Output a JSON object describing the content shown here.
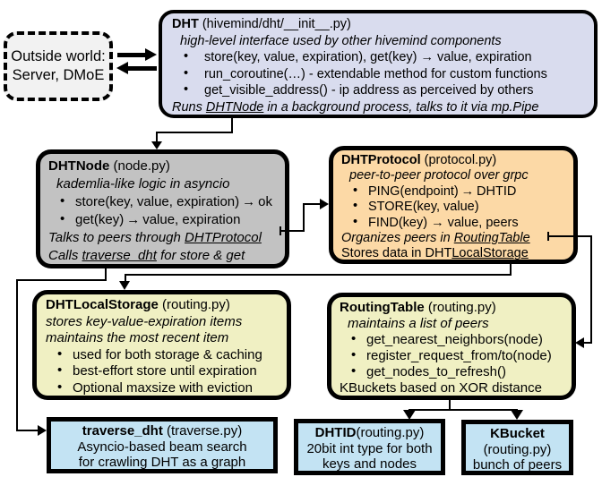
{
  "colors": {
    "dht_bg": "#d9dcee",
    "dhtnode_bg": "#c2c2c2",
    "dhtprotocol_bg": "#fcd9a6",
    "storage_bg": "#f0f0c3",
    "routing_bg": "#f0f0c3",
    "bottom_boxes_bg": "#c3e3f3",
    "outside_bg": "#f2f2f2",
    "line": "#000000"
  },
  "outside_world": {
    "line1": "Outside world:",
    "line2": "Server, DMoE"
  },
  "dht": {
    "title": "DHT",
    "path": " (hivemind/dht/__init__.py)",
    "tagline": "high-level interface used by other hivemind components",
    "bullets": [
      "store(key, value, expiration), get(key) → value, expiration",
      "run_coroutine(…) - extendable method for custom functions",
      "get_visible_address() - ip address as perceived by others"
    ],
    "footer_pre": "Runs ",
    "footer_link": "DHTNode",
    "footer_post": " in a background process, talks to it via mp.Pipe"
  },
  "dht_node": {
    "title": "DHTNode",
    "path": " (node.py)",
    "tagline": "kademlia-like logic in asyncio",
    "bullets": [
      "store(key, value, expiration) → ok",
      "get(key) → value, expiration"
    ],
    "note1_pre": "Talks to peers through ",
    "note1_link": "DHTProtocol",
    "note2_pre": "Calls ",
    "note2_link": "traverse_dht",
    "note2_post": " for store & get"
  },
  "dht_protocol": {
    "title": "DHTProtocol",
    "path": " (protocol.py)",
    "tagline": "peer-to-peer protocol over grpc",
    "bullets": [
      "PING(endpoint) → DHTID",
      "STORE(key, value)",
      "FIND(key) → value, peers"
    ],
    "note1_pre": "Organizes peers in ",
    "note1_link": "RoutingTable",
    "note2_pre": "Stores data in DHT",
    "note2_link": "LocalStorage"
  },
  "dht_local_storage": {
    "title": "DHTLocalStorage",
    "path": " (routing.py)",
    "tagline1": "stores key-value-expiration items",
    "tagline2": "maintains the most recent item",
    "bullets": [
      "used for both storage & caching",
      "best-effort store until expiration",
      "Optional maxsize with eviction"
    ]
  },
  "routing_table": {
    "title": "RoutingTable",
    "path": " (routing.py)",
    "tagline": "maintains a list of peers",
    "bullets": [
      "get_nearest_neighbors(node)",
      "register_request_from/to(node)",
      "get_nodes_to_refresh()"
    ],
    "note": "KBuckets based on XOR distance"
  },
  "traverse_dht": {
    "title": "traverse_dht",
    "path": " (traverse.py)",
    "line1": "Asyncio-based beam search",
    "line2": "for crawling DHT as a graph"
  },
  "dhtid": {
    "title": "DHTID",
    "path": "(routing.py)",
    "line1": "20bit int type for both",
    "line2": "keys and nodes"
  },
  "kbucket": {
    "title": "KBucket",
    "path": "(routing.py)",
    "line": "bunch of peers"
  }
}
